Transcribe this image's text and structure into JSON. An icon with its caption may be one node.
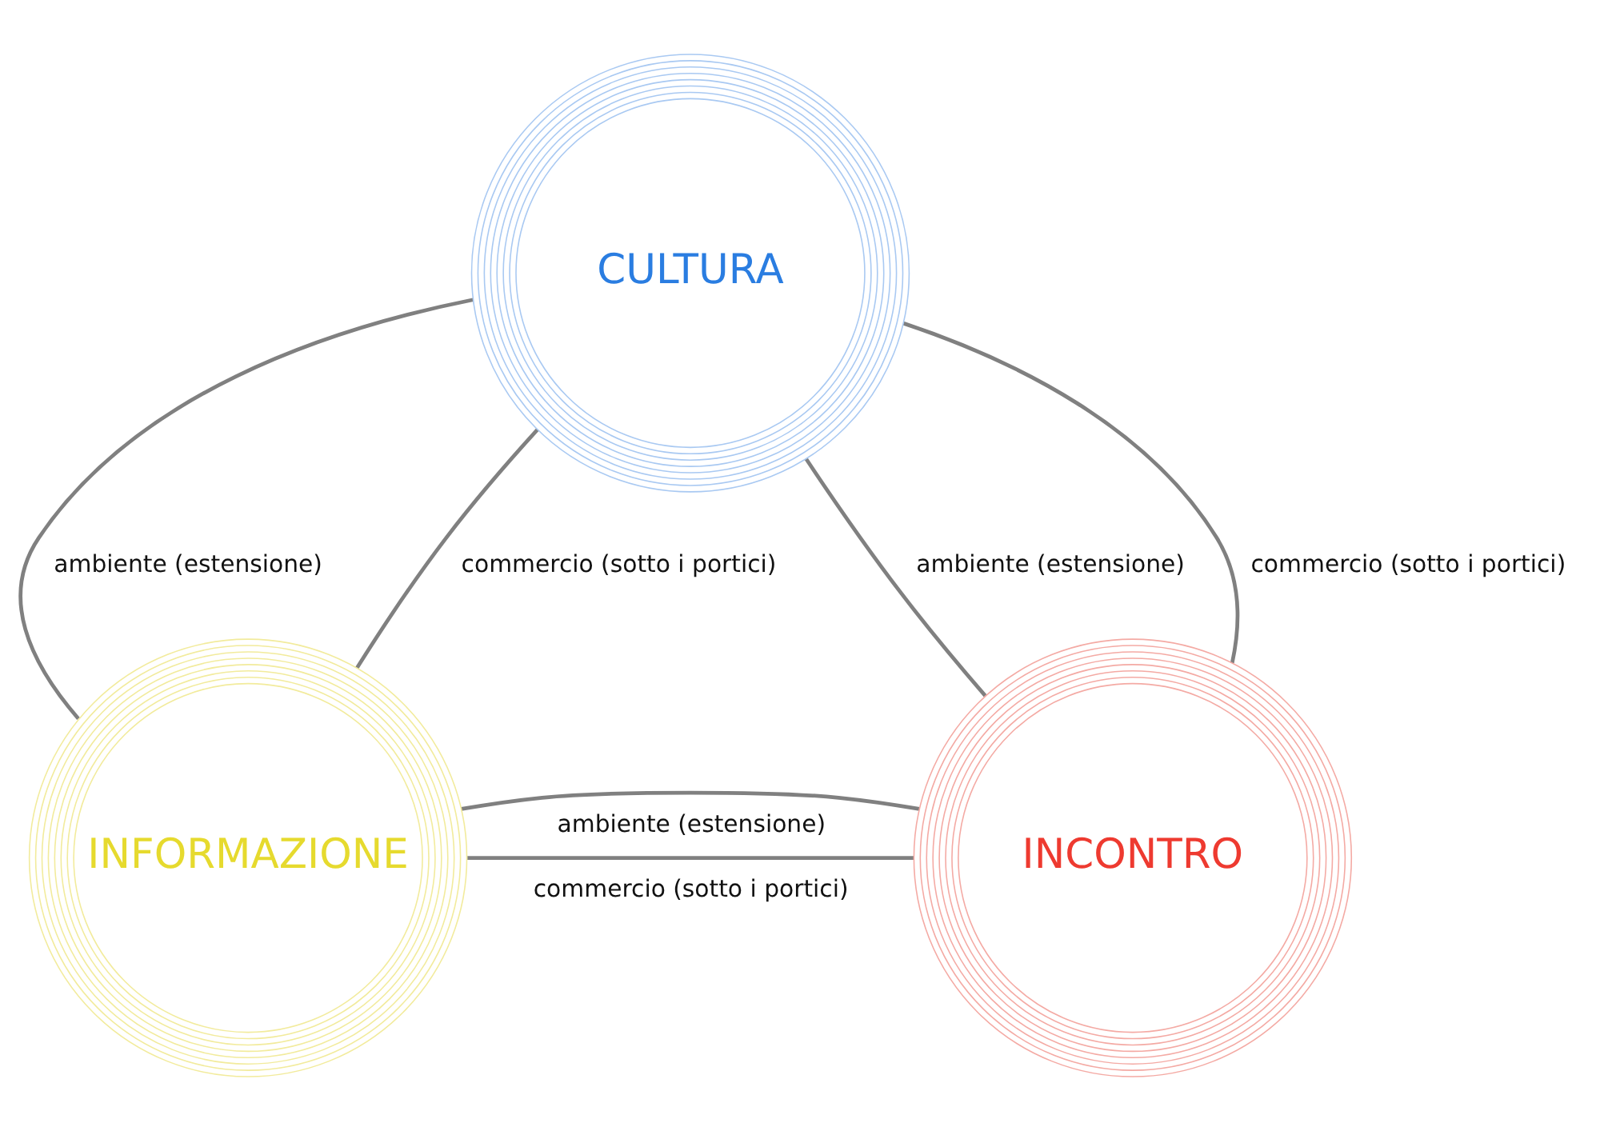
{
  "diagram": {
    "nodes": [
      {
        "text": [
          "CULTURA"
        ]
      },
      {
        "text": [
          "INFORMAZIONE"
        ]
      },
      {
        "text": [
          "INCONTRO"
        ]
      }
    ],
    "edges": [
      {
        "from": 0,
        "to": 1,
        "arrow": "none",
        "label": "ambiente (estensione)"
      },
      {
        "from": 0,
        "to": 1,
        "arrow": "none",
        "label": "commercio (sotto i portici)"
      },
      {
        "from": 0,
        "to": 2,
        "arrow": "none",
        "label": "ambiente (estensione)"
      },
      {
        "from": 0,
        "to": 2,
        "arrow": "none",
        "label": "commercio (sotto i portici)"
      },
      {
        "from": 1,
        "to": 2,
        "arrow": "none",
        "label": "commercio (sotto i portici)"
      },
      {
        "from": 1,
        "to": 2,
        "arrow": "none",
        "label": "ambiente (estensione)"
      }
    ]
  }
}
